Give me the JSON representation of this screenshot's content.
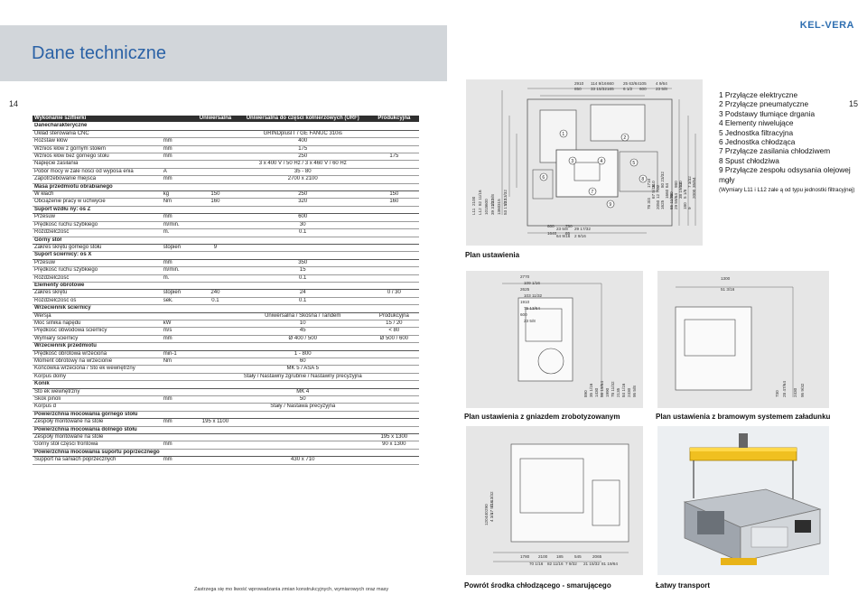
{
  "brand": "KEL-VERA",
  "title": "Dane techniczne",
  "page_left": "14",
  "page_right": "15",
  "table": {
    "headers": [
      "Wykonanie sziflierki",
      "",
      "Uniwersalna",
      "Uniwersalna do części kołnierzowych (URF)",
      "Produkcyjna"
    ],
    "rows": [
      {
        "t": "sec",
        "c": [
          "Danecharakteryczne",
          "",
          "",
          "",
          ""
        ]
      },
      {
        "t": "r",
        "c": [
          "Układ sterowania CNC",
          "",
          "",
          "GRINDplusIT / GE FANUC 310is",
          ""
        ]
      },
      {
        "t": "r",
        "c": [
          "Rozstaw kłów",
          "mm",
          "",
          "400",
          ""
        ]
      },
      {
        "t": "r",
        "c": [
          "Wznios kłów z górnym stołem",
          "mm",
          "",
          "175",
          ""
        ]
      },
      {
        "t": "r",
        "c": [
          "Wznios kłów bez górnego stołu",
          "mm",
          "",
          "250",
          "175"
        ]
      },
      {
        "t": "r",
        "c": [
          "Napięcie zasilania",
          "",
          "",
          "3 x 400 V / 50 Hz / 3 x 460 V / 60 Hz",
          ""
        ]
      },
      {
        "t": "r",
        "c": [
          "Pobór mocy w zale ności od wyposa enia",
          "A",
          "",
          "35 - 80",
          ""
        ]
      },
      {
        "t": "r",
        "c": [
          "Zapotrzebowanie miejsca",
          "mm",
          "",
          "2700 x 2100",
          ""
        ]
      },
      {
        "t": "sec",
        "c": [
          "Masa przedmiotu obrabianego",
          "",
          "",
          "",
          ""
        ]
      },
      {
        "t": "r",
        "c": [
          "W kłach",
          "kg",
          "150",
          "250",
          "150"
        ]
      },
      {
        "t": "r",
        "c": [
          "Obciążenie pracy w uchwycie",
          "Nm",
          "160",
          "320",
          "160"
        ]
      },
      {
        "t": "sec",
        "c": [
          "Suport wzdłu ny: oś Z",
          "",
          "",
          "",
          ""
        ]
      },
      {
        "t": "r",
        "c": [
          "Przesuw",
          "mm",
          "",
          "600",
          ""
        ]
      },
      {
        "t": "r",
        "c": [
          "Prędkość ruchu szybkiego",
          "m/min.",
          "",
          "30",
          ""
        ]
      },
      {
        "t": "r",
        "c": [
          "Rozdzielczość",
          "m.",
          "",
          "0.1",
          ""
        ]
      },
      {
        "t": "sec",
        "c": [
          "Górny stół",
          "",
          "",
          "",
          ""
        ]
      },
      {
        "t": "r",
        "c": [
          "Zakres skrętu górnego stołu",
          "stopień",
          "9",
          "",
          ""
        ]
      },
      {
        "t": "sec",
        "c": [
          "Suport ściernicy: oś X",
          "",
          "",
          "",
          ""
        ]
      },
      {
        "t": "r",
        "c": [
          "Przesuw",
          "mm",
          "",
          "350",
          ""
        ]
      },
      {
        "t": "r",
        "c": [
          "Prędkość ruchu szybkiego",
          "m/min.",
          "",
          "15",
          ""
        ]
      },
      {
        "t": "r",
        "c": [
          "Rozdzielczość",
          "m.",
          "",
          "0.1",
          ""
        ]
      },
      {
        "t": "sec",
        "c": [
          "Elementy obrotowe",
          "",
          "",
          "",
          ""
        ]
      },
      {
        "t": "r",
        "c": [
          "Zakres skrętu",
          "stopień",
          "240",
          "24",
          "0 / 30"
        ]
      },
      {
        "t": "r",
        "c": [
          "Rozdzielczość oś",
          "sek.",
          "0.1",
          "0.1",
          ""
        ]
      },
      {
        "t": "sec",
        "c": [
          "Wrzeciennik ściernicy",
          "",
          "",
          "",
          ""
        ]
      },
      {
        "t": "r",
        "c": [
          "Wersja",
          "",
          "",
          "Uniwersalna / Skośna / Tandem",
          "Produkcyjna"
        ]
      },
      {
        "t": "r",
        "c": [
          "Moc silnika napędu",
          "kW",
          "",
          "10",
          "15 / 20"
        ]
      },
      {
        "t": "r",
        "c": [
          "Prędkość obwodowa ściernicy",
          "m/s",
          "",
          "45",
          "< 80"
        ]
      },
      {
        "t": "r",
        "c": [
          "Wymiary ściernicy",
          "mm",
          "",
          "Ø 400 / 500",
          "Ø 500 / 600"
        ]
      },
      {
        "t": "sec",
        "c": [
          "Wrzeciennik przedmiotu",
          "",
          "",
          "",
          ""
        ]
      },
      {
        "t": "r",
        "c": [
          "Prędkość obrotowa wrzeciona",
          "min-1",
          "",
          "1 - 800",
          ""
        ]
      },
      {
        "t": "r",
        "c": [
          "Moment obrotowy na wrzecionie",
          "Nm",
          "",
          "60",
          ""
        ]
      },
      {
        "t": "r",
        "c": [
          "Końcówka wrzeciona / Sto ek wewnętrzny",
          "",
          "",
          "MK 5 / ASA 5",
          ""
        ]
      },
      {
        "t": "r",
        "c": [
          "Korpus dolny",
          "",
          "",
          "Stały / Nastawny zgrubnie / Nastawny precyzyjna",
          ""
        ]
      },
      {
        "t": "sec",
        "c": [
          "Konik",
          "",
          "",
          "",
          ""
        ]
      },
      {
        "t": "r",
        "c": [
          "Sto ek wewnętrzny",
          "",
          "",
          "MK 4",
          ""
        ]
      },
      {
        "t": "r",
        "c": [
          "Skok pinoli",
          "mm",
          "",
          "50",
          ""
        ]
      },
      {
        "t": "r",
        "c": [
          "Korpus d",
          "",
          "",
          "Stały / Nastawa precyzyjna",
          ""
        ]
      },
      {
        "t": "sec",
        "c": [
          "Powierzchnia mocowania górnego stołu",
          "",
          "",
          "",
          ""
        ]
      },
      {
        "t": "r",
        "c": [
          "Zespoły montowane na stole",
          "mm",
          "195 x 1100",
          "",
          ""
        ]
      },
      {
        "t": "sec",
        "c": [
          "Powierzchnia mocowania dolnego stołu",
          "",
          "",
          "",
          ""
        ]
      },
      {
        "t": "r",
        "c": [
          "Zespoły montowane na stole",
          "",
          "",
          "",
          "195 x 1300"
        ]
      },
      {
        "t": "r",
        "c": [
          "Górny stół częśći frontowa",
          "mm",
          "",
          "",
          "90 x 1300"
        ]
      },
      {
        "t": "sec",
        "c": [
          "Powierzchnia mocowania suportu poprzecznego",
          "",
          "",
          "",
          ""
        ]
      },
      {
        "t": "r",
        "c": [
          "Support na saniach poprzecznych",
          "mm",
          "",
          "430 x 710",
          ""
        ]
      }
    ]
  },
  "footer": "Zastrzega się mo liwość wprowadzania zmian konstrukcyjnych, wymiarowych oraz masy",
  "captions": {
    "plan": "Plan ustawienia",
    "plan_robot": "Plan ustawienia  z gniazdem zrobotyzowanym",
    "plan_gantry": "Plan ustawienia z bramowym systemem załadunku",
    "coolant": "Powrót środka chłodzącego - smarującego",
    "transport": "Łatwy transport"
  },
  "legend": {
    "items": [
      "1 Przyłącze  elektryczne",
      "2 Przyłącze  pneumatyczne",
      "3 Podstawy tłumiące drgania",
      "4 Elementy  niwelujące",
      "5 Jednostka  filtracyjna",
      "6 Jednostka  chłodząca",
      "7 Przyłącze zasilania  chłodziwem",
      "8 Spust  chłodziwa",
      "9 Przyłącze zespołu odsysania   olejowej mgły"
    ],
    "note": "(Wymiary L11 i L12 zale ą od typu jednostki filtracyjnej)"
  },
  "dims": {
    "main_top": [
      "2910",
      "114 9/16",
      "660",
      "25 63/64",
      "105",
      "4 9/64",
      "850",
      "33 15/32",
      "165",
      "6 1/2",
      "600",
      "23 5/8"
    ],
    "main_left": [
      "L11",
      "L12",
      "1015",
      "39 31/32",
      "1360",
      "53 17/32",
      "2100",
      "82 11/16",
      "600",
      "23 5/8",
      "315",
      "12 13/32"
    ],
    "main_bottom": [
      "600",
      "23 5/8",
      "750",
      "29 17/32",
      "1640",
      "64 9/16",
      "65",
      "2 9/16"
    ],
    "main_right": [
      "1710",
      "67 5/16",
      "2050",
      "80 23/32",
      "1660",
      "65 11/32",
      "980",
      "38 19/32",
      "180",
      "7 3/32",
      "2000",
      "78 3/4",
      "310",
      "12 7/32",
      "1625",
      "64",
      "760",
      "29 59/64",
      "130",
      "5 1/8",
      "9",
      "35/64"
    ],
    "robot": [
      "2770",
      "109 1/16",
      "2625",
      "103 11/32",
      "1910",
      "75 13/64",
      "600",
      "23 5/8",
      "890",
      "35 1/16",
      "1430",
      "56 19/64",
      "1990",
      "78 11/32",
      "2135",
      "84 1/16",
      "2430",
      "95 5/8"
    ],
    "gantry": [
      "1300",
      "51 3/16",
      "730",
      "28 47/64",
      "2430",
      "95 9/32"
    ],
    "coolant": [
      "120",
      "4 3/4",
      "440",
      "17 5/16",
      "290",
      "11 13/32",
      "1780",
      "70 1/16",
      "2100",
      "82 11/16",
      "185",
      "7 9/32",
      "545",
      "21 15/32",
      "2065",
      "81 19/64"
    ]
  },
  "markers": [
    "1",
    "2",
    "3",
    "4",
    "5",
    "6",
    "7",
    "8",
    "9"
  ]
}
